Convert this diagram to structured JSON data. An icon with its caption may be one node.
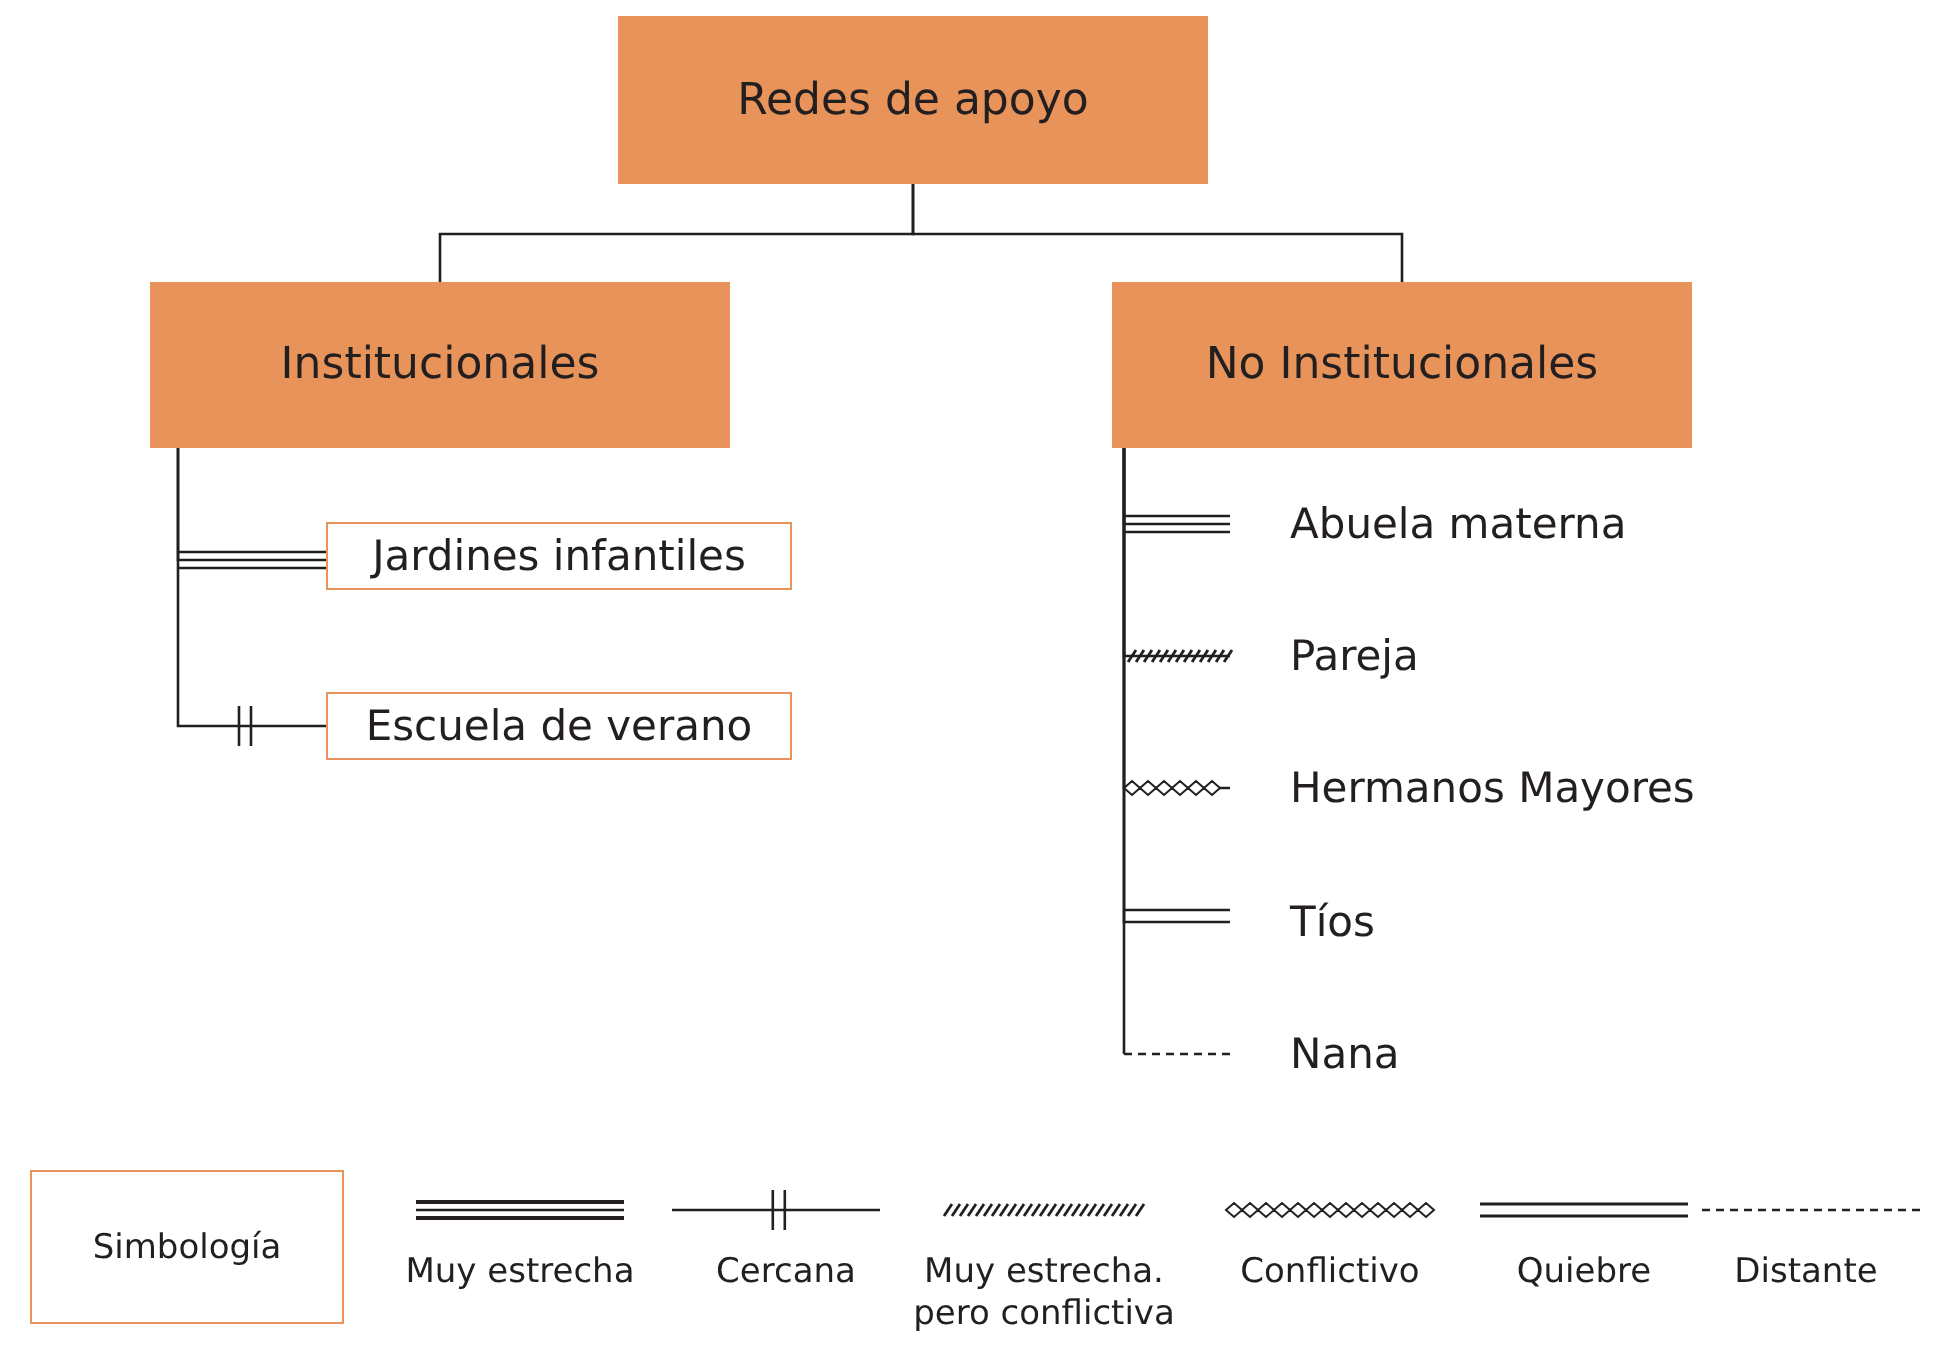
{
  "diagram": {
    "nodes": [
      {
        "text": [
          "Redes de apoyo"
        ]
      },
      {
        "text": [
          "Institucionales"
        ]
      },
      {
        "text": [
          "No Institucionales"
        ]
      },
      {
        "text": [
          "Jardines infantiles"
        ]
      },
      {
        "text": [
          "Escuela de verano"
        ]
      },
      {
        "text": [
          "Abuela materna"
        ]
      },
      {
        "text": [
          "Pareja"
        ]
      },
      {
        "text": [
          "Hermanos Mayores"
        ]
      },
      {
        "text": [
          "Tíos"
        ]
      },
      {
        "text": [
          "Nana"
        ]
      },
      {
        "text": [
          "Simbología"
        ]
      }
    ],
    "edges": [
      {
        "from": 0,
        "to": 1,
        "arrow": "none"
      },
      {
        "from": 0,
        "to": 2,
        "arrow": "none"
      },
      {
        "from": 1,
        "to": 3,
        "arrow": "none"
      },
      {
        "from": 1,
        "to": 4,
        "arrow": "none"
      },
      {
        "from": 2,
        "to": 5,
        "arrow": "none"
      },
      {
        "from": 2,
        "to": 6,
        "arrow": "none"
      },
      {
        "from": 2,
        "to": 7,
        "arrow": "none"
      },
      {
        "from": 2,
        "to": 8,
        "arrow": "none"
      },
      {
        "from": 2,
        "to": 9,
        "arrow": "none",
        "style": "dashed"
      }
    ],
    "legend": [
      {
        "text": "Muy estrecha"
      },
      {
        "text": "Cercana"
      },
      {
        "text": "Muy estrecha. pero conflictiva"
      },
      {
        "text": "Conflictivo"
      },
      {
        "text": "Quiebre"
      },
      {
        "text": "Distante"
      }
    ]
  }
}
